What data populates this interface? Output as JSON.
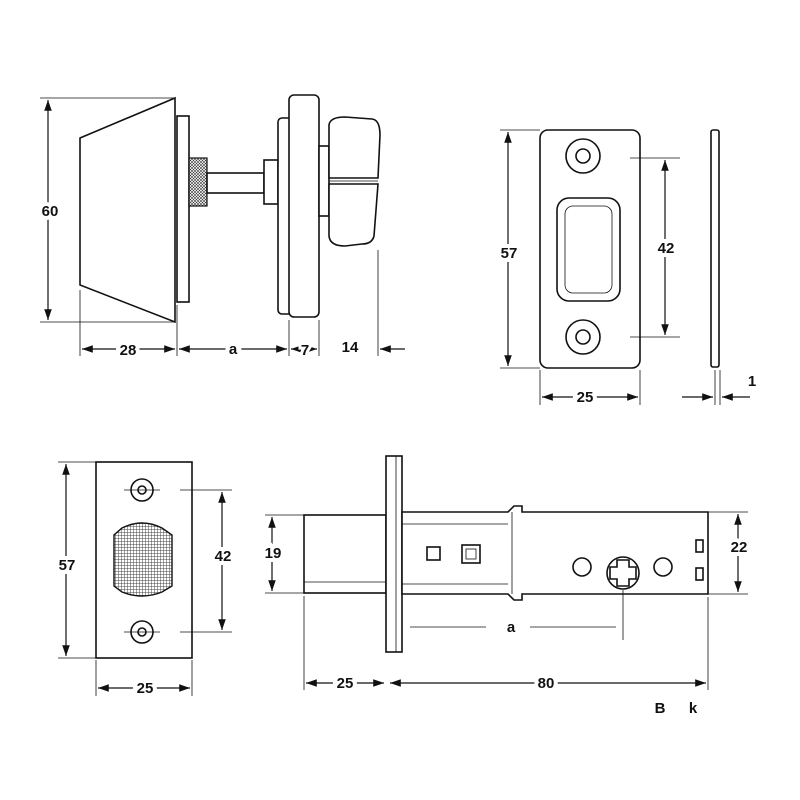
{
  "dimensions": {
    "knob": {
      "height": "60",
      "width": "28",
      "spindle": "a",
      "rose": "7",
      "turn": "14"
    },
    "strike_plate": {
      "height": "57",
      "hole_spacing": "42",
      "width": "25",
      "thickness": "1"
    },
    "latch_face": {
      "height": "57",
      "hole_spacing": "42",
      "width": "25"
    },
    "latch_body": {
      "bolt_height": "19",
      "case_height": "22",
      "bolt_length": "25",
      "case_length": "80",
      "backset": "a"
    }
  },
  "footer": {
    "left": "B",
    "right": "k"
  }
}
